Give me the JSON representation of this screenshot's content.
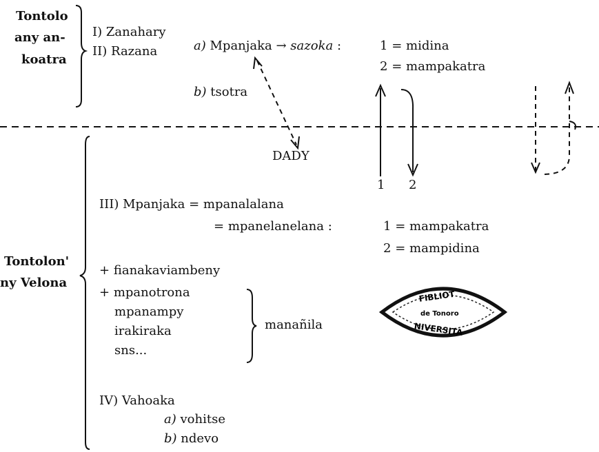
{
  "upper_world": {
    "label_lines": [
      "Tontolo",
      "any an-",
      "koatra"
    ],
    "items": [
      {
        "num": "I)",
        "text": "Zanahary"
      },
      {
        "num": "II)",
        "text": "Razana"
      }
    ],
    "branch_a": {
      "marker": "a)",
      "text": "Mpanjaka",
      "arrow": "→",
      "term": "sazoka",
      "colon": ":"
    },
    "branch_b": {
      "marker": "b)",
      "text": "tsotra"
    },
    "sazoka_list": [
      {
        "num": "1",
        "eq": "=",
        "value": "midina"
      },
      {
        "num": "2",
        "eq": "=",
        "value": "mampakatra"
      }
    ]
  },
  "middle": {
    "dady": "DADY",
    "arrow_labels": [
      "1",
      "2"
    ]
  },
  "lower_world": {
    "label_lines": [
      "Tontolon'",
      "ny Velona"
    ],
    "item_iii": {
      "num": "III)",
      "text": "Mpanjaka",
      "eq1": "=",
      "value1": "mpanalalana",
      "eq2": "=",
      "value2": "mpanelanelana",
      "colon": ":"
    },
    "iii_list": [
      {
        "num": "1",
        "eq": "=",
        "value": "mampakatra"
      },
      {
        "num": "2",
        "eq": "=",
        "value": "mampidina"
      }
    ],
    "plus_items": [
      {
        "plus": "+",
        "text": "fianakaviambeny"
      },
      {
        "plus": "+",
        "text": "mpanotrona"
      }
    ],
    "plain_items": [
      "mpanampy",
      "irakiraka",
      "sns..."
    ],
    "brace_label": "manañila",
    "stamp_text": [
      "FIBLIOT",
      "de Tonoro",
      "NIVERSITA"
    ],
    "item_iv": {
      "num": "IV)",
      "text": "Vahoaka"
    },
    "iv_list": [
      {
        "marker": "a)",
        "text": "vohitse"
      },
      {
        "marker": "b)",
        "text": "ndevo"
      }
    ]
  }
}
